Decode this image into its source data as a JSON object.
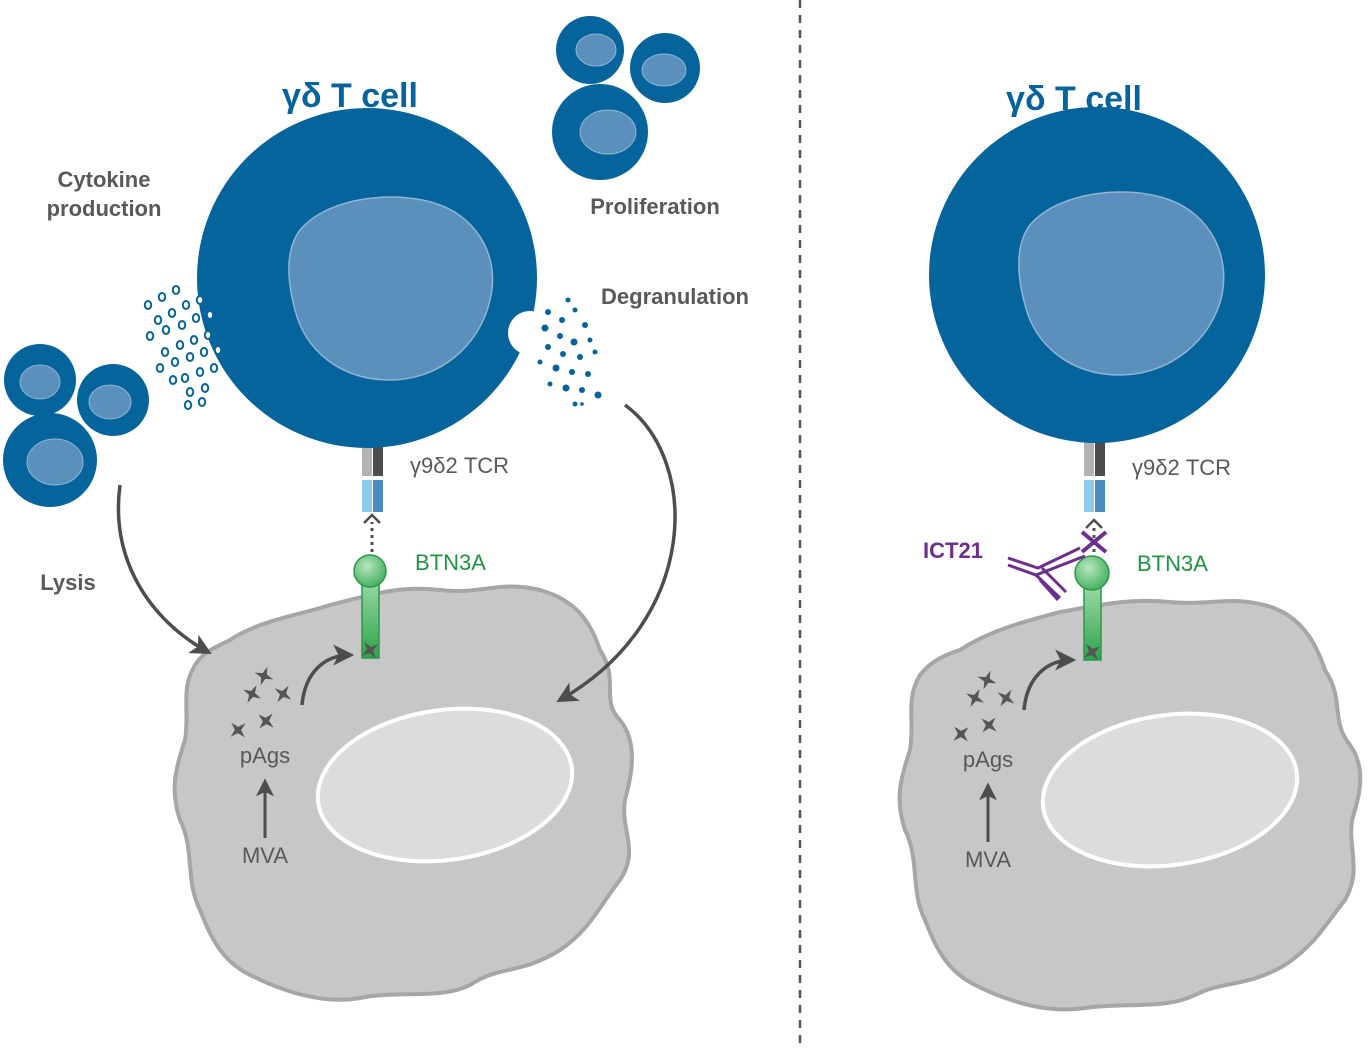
{
  "colors": {
    "tcell_dark": "#05649c",
    "tcell_nucleus": "#5b8fbc",
    "target_cell": "#c7c7c7",
    "target_outline": "#a6a6a6",
    "nucleus_target": "#dcdcdc",
    "arrow": "#4d4d4d",
    "text_gray": "#595959",
    "btn3a_green": "#1f9440",
    "ict21_purple": "#6c2f8e"
  },
  "left": {
    "title": "γδ T cell",
    "cytokine_line1": "Cytokine",
    "cytokine_line2": "production",
    "proliferation": "Proliferation",
    "degranulation": "Degranulation",
    "lysis": "Lysis",
    "tcr_label": "γ9δ2 TCR",
    "btn3a_label": "BTN3A",
    "pags_label": "pAgs",
    "mva_label": "MVA"
  },
  "right": {
    "title": "γδ T cell",
    "tcr_label": "γ9δ2 TCR",
    "btn3a_label": "BTN3A",
    "ict21_label": "ICT21",
    "pags_label": "pAgs",
    "mva_label": "MVA"
  }
}
